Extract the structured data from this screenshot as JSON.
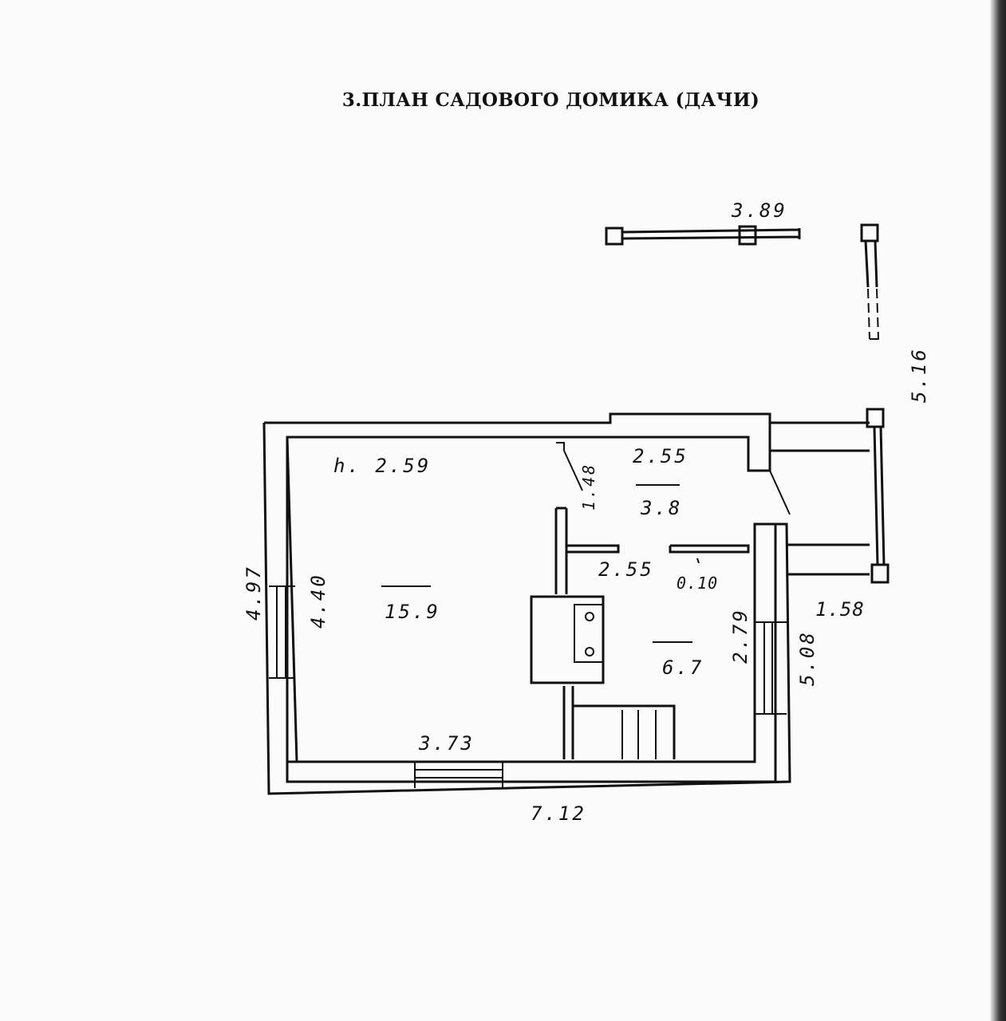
{
  "title": "3.ПЛАН САДОВОГО ДОМИКА (ДАЧИ)",
  "dimensions": {
    "ceiling_height": "h. 2.59",
    "porch_width": "3.89",
    "porch_length": "5.16",
    "outer_height": "4.97",
    "inner_height": "4.40",
    "room_main_area": "15.9",
    "hall_width": "2.55",
    "hall_depth": "1.48",
    "hall_area": "3.8",
    "kitchen_width": "2.55",
    "wall_thickness": "0.10",
    "kitchen_height": "2.79",
    "kitchen_area": "6.7",
    "side_width": "5.08",
    "porch_depth": "1.58",
    "window_width": "3.73",
    "total_length": "7.12"
  }
}
